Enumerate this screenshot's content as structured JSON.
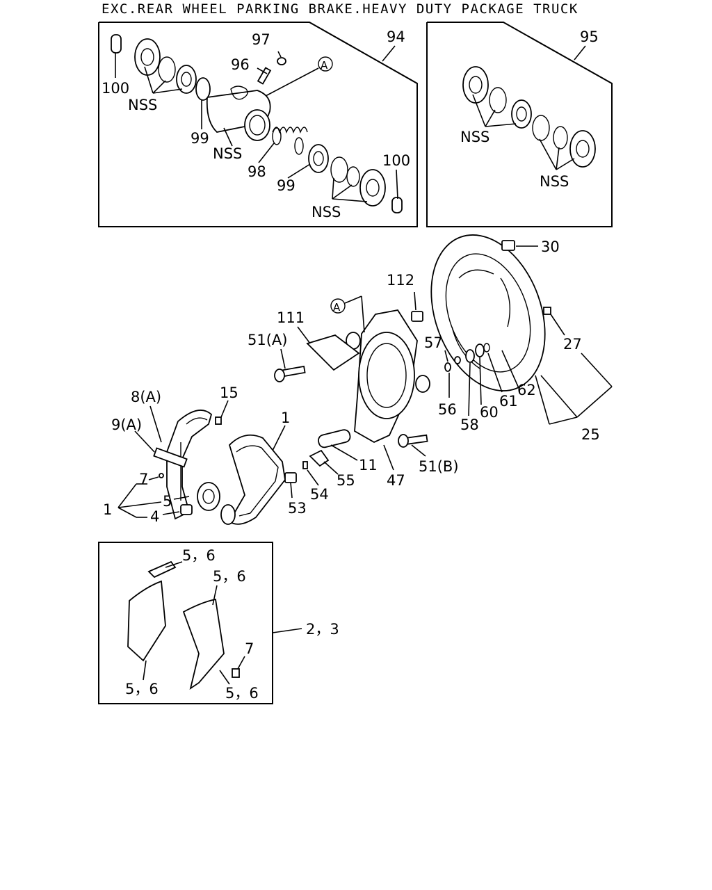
{
  "title": "EXC.REAR WHEEL PARKING BRAKE.HEAVY DUTY PACKAGE TRUCK",
  "callouts": {
    "box94": {
      "ref_94": "94",
      "ref_97": "97",
      "ref_96": "96",
      "ref_A": "A",
      "ref_100_top": "100",
      "ref_nss_1": "NSS",
      "ref_99_a": "99",
      "ref_nss_2": "NSS",
      "ref_98": "98",
      "ref_99_b": "99",
      "ref_100_b": "100",
      "ref_nss_3": "NSS"
    },
    "box95": {
      "ref_95": "95",
      "ref_nss_a": "NSS",
      "ref_nss_b": "NSS"
    },
    "main": {
      "ref_30": "30",
      "ref_112": "112",
      "ref_A": "A",
      "ref_111": "111",
      "ref_51A": "51(A)",
      "ref_57": "57",
      "ref_27": "27",
      "ref_15": "15",
      "ref_8A": "8(A)",
      "ref_1_shoe": "1",
      "ref_9A": "9(A)",
      "ref_56": "56",
      "ref_61": "61",
      "ref_62": "62",
      "ref_58": "58",
      "ref_60": "60",
      "ref_25": "25",
      "ref_7": "7",
      "ref_5": "5",
      "ref_1": "1",
      "ref_4": "4",
      "ref_11": "11",
      "ref_55": "55",
      "ref_47": "47",
      "ref_51B": "51(B)",
      "ref_54": "54",
      "ref_53": "53"
    },
    "box23": {
      "ref_56_a": "5，6",
      "ref_56_b": "5，6",
      "ref_23": "2，3",
      "ref_7": "7",
      "ref_56_c": "5，6",
      "ref_56_d": "5，6"
    }
  }
}
